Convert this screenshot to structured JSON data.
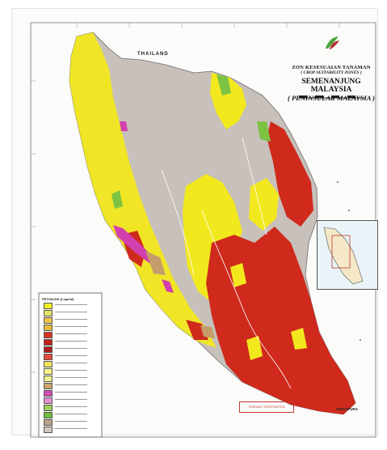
{
  "title": {
    "line1": "ZON KESESUAIAN TANAMAN",
    "line2": "( CROP SUITABILITY ZONES )",
    "line3": "SEMENANJUNG MALAYSIA",
    "line4": "( PENINSULAR MALAYSIA )"
  },
  "labels": {
    "thailand": "THAILAND",
    "singapore": "SINGAPURA"
  },
  "legend": {
    "title": "PETUNJUK (Legend)",
    "items": [
      {
        "color": "#f4ec1f"
      },
      {
        "color": "#e9e36a"
      },
      {
        "color": "#f0c64a"
      },
      {
        "color": "#e7b93a"
      },
      {
        "color": "#d9321f"
      },
      {
        "color": "#c4201a"
      },
      {
        "color": "#b21d1b"
      },
      {
        "color": "#e74c3c"
      },
      {
        "color": "#f5e35a"
      },
      {
        "color": "#fff58a"
      },
      {
        "color": "#f6f090"
      },
      {
        "color": "#c9a36b"
      },
      {
        "color": "#d14bb3"
      },
      {
        "color": "#e58fd5"
      },
      {
        "color": "#9bd35a"
      },
      {
        "color": "#6fbf3f"
      },
      {
        "color": "#bba48a"
      },
      {
        "color": "#cfc8c2"
      }
    ]
  },
  "note": "TERHAD / RESTRICTED",
  "colors": {
    "yellow": "#f2e81e",
    "red": "#cf2a1c",
    "grey": "#c8c0bb",
    "green": "#7cc243",
    "magenta": "#d23fae",
    "tan": "#c59c6a",
    "water": "#ffffff"
  }
}
